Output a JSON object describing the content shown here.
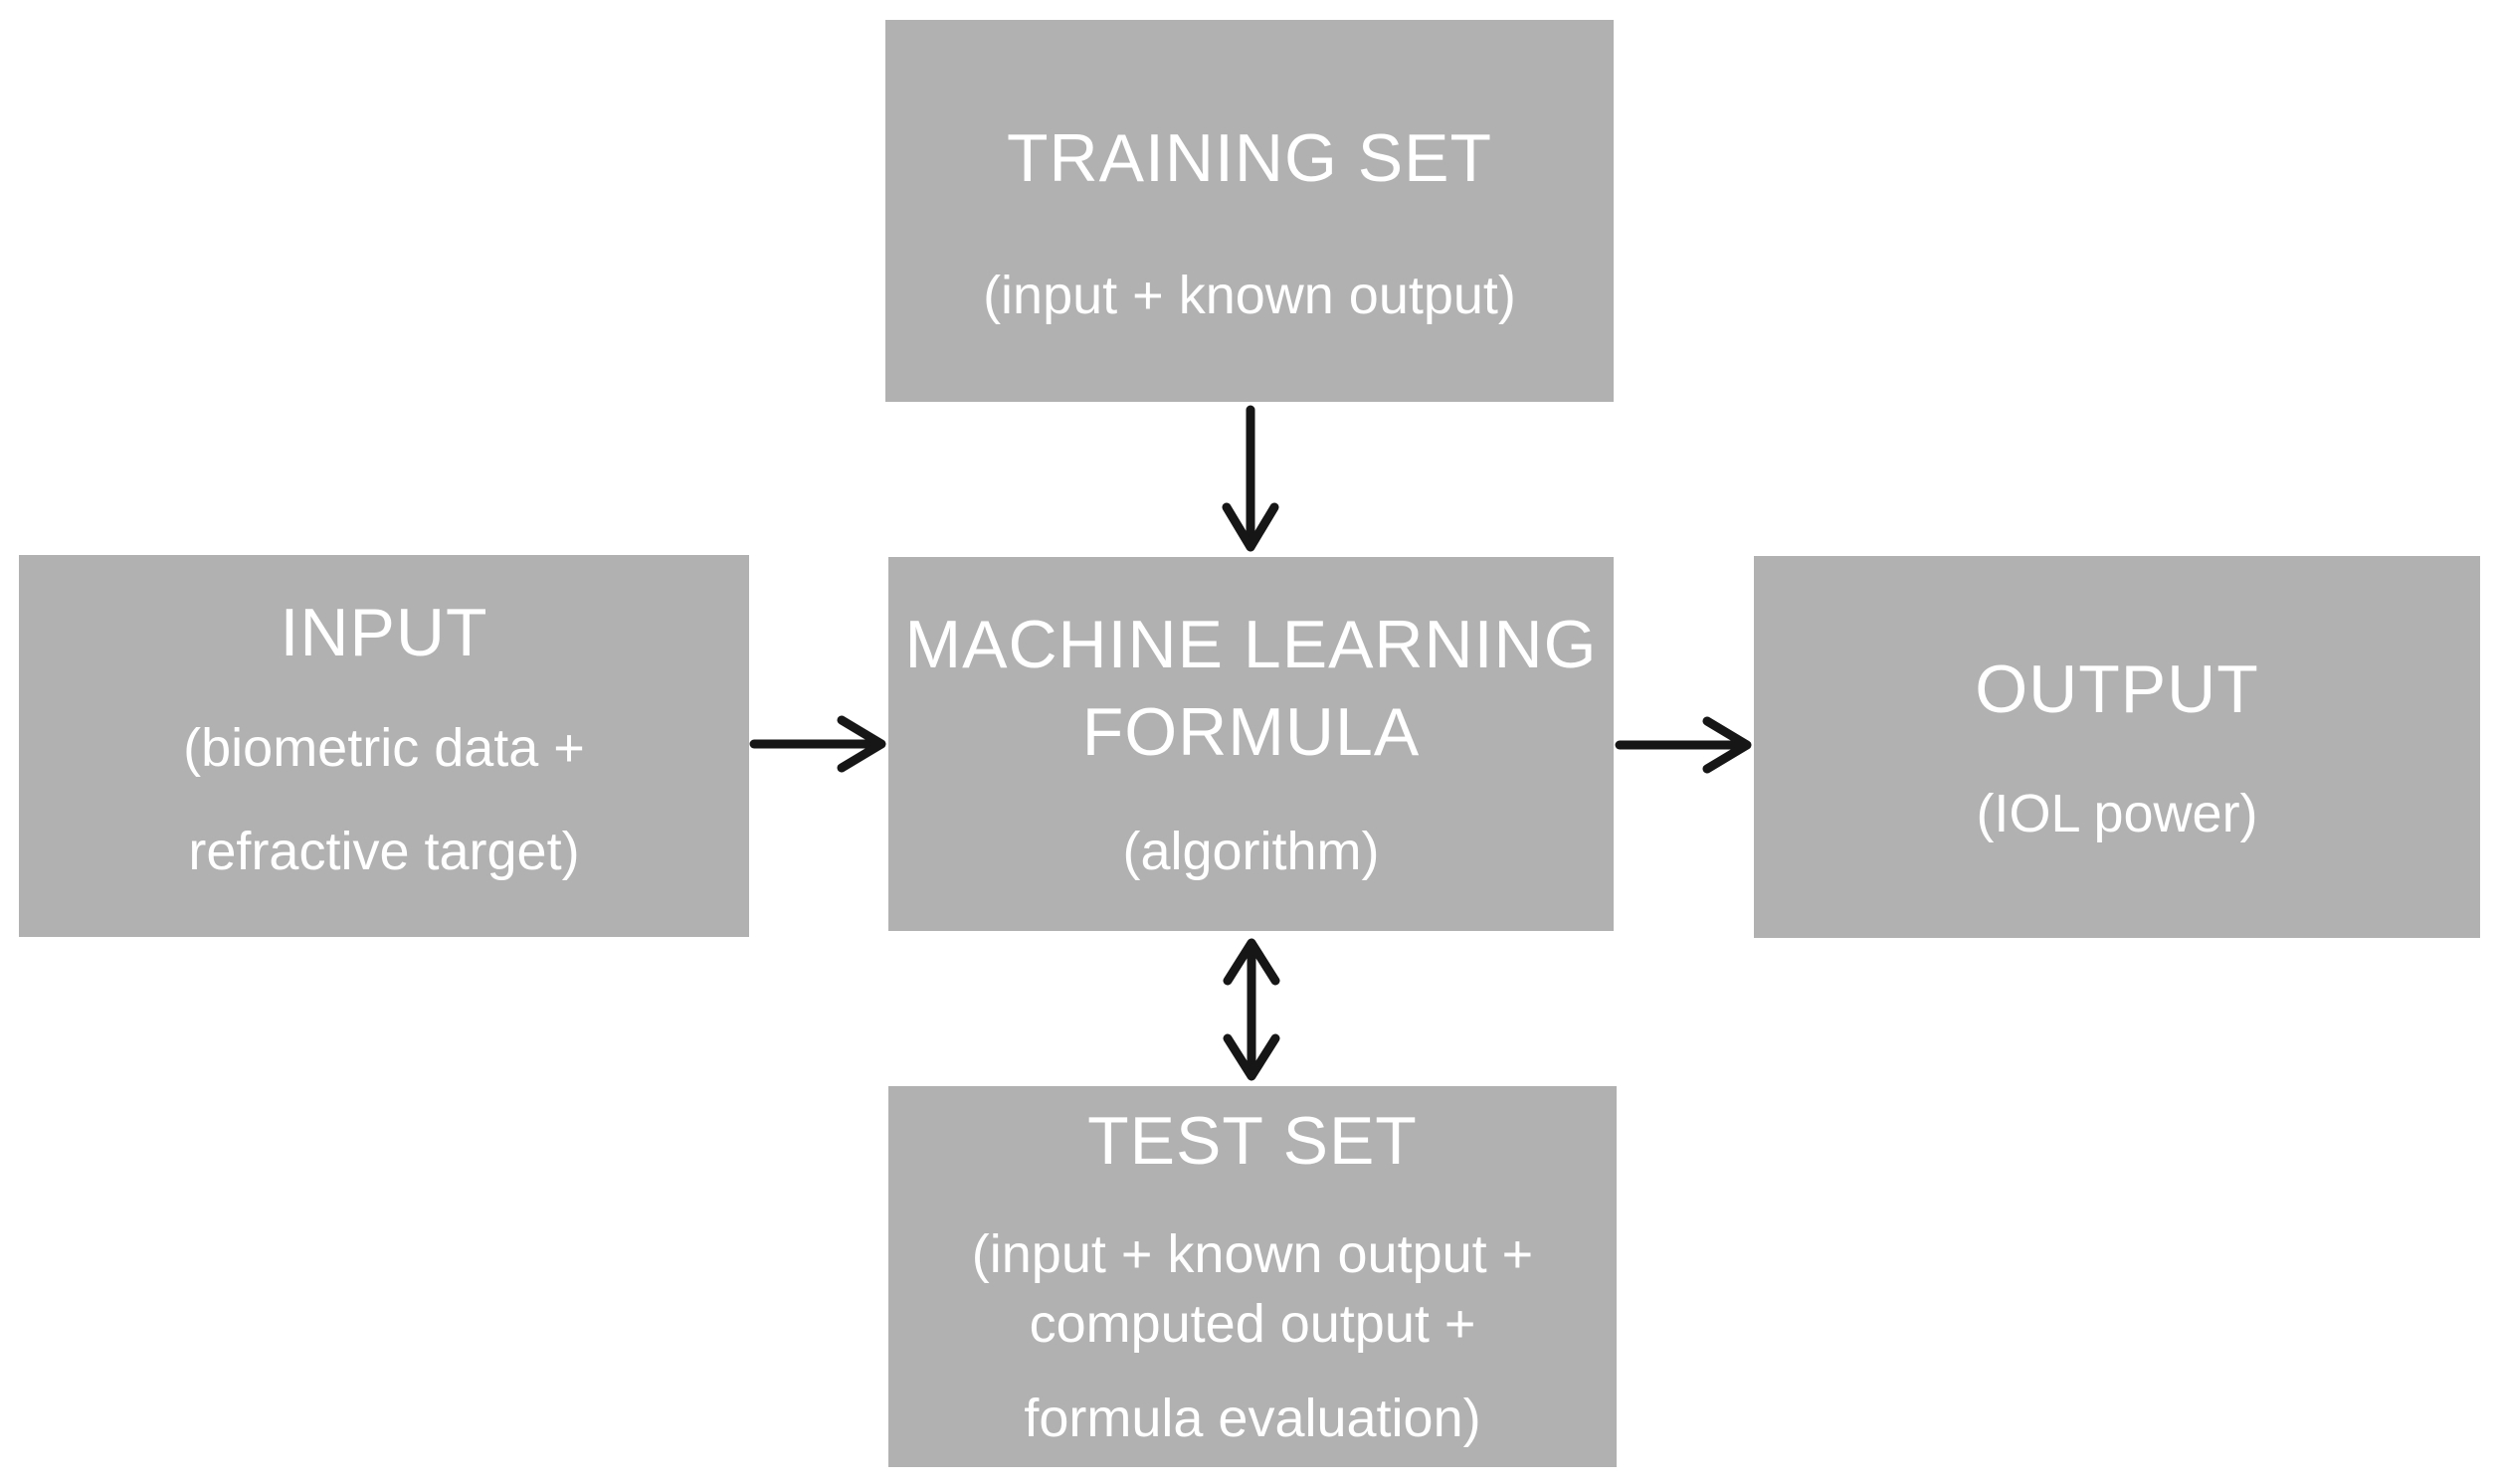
{
  "diagram": {
    "type": "flowchart",
    "colors": {
      "background": "#ffffff",
      "box_fill": "#b1b1b1",
      "box_text": "#ffffff",
      "arrow": "#161616"
    },
    "nodes": {
      "training_set": {
        "title_lines": [
          "TRAINING SET"
        ],
        "subtitle_lines": [
          "(input + known output)"
        ]
      },
      "input": {
        "title_lines": [
          "INPUT"
        ],
        "subtitle_lines": [
          "(biometric data +",
          "refractive target)"
        ]
      },
      "ml_formula": {
        "title_lines": [
          "MACHINE LEARNING",
          "FORMULA"
        ],
        "subtitle_lines": [
          "(algorithm)"
        ]
      },
      "output": {
        "title_lines": [
          "OUTPUT"
        ],
        "subtitle_lines": [
          "(IOL power)"
        ]
      },
      "test_set": {
        "title_lines": [
          "TEST SET"
        ],
        "subtitle_lines": [
          "(input + known output +",
          "computed output +",
          "formula evaluation)"
        ]
      }
    },
    "arrows": [
      {
        "from": "training_set",
        "to": "ml_formula",
        "direction": "down"
      },
      {
        "from": "input",
        "to": "ml_formula",
        "direction": "right"
      },
      {
        "from": "ml_formula",
        "to": "output",
        "direction": "right"
      },
      {
        "from": "ml_formula",
        "to": "test_set",
        "direction": "both"
      }
    ]
  }
}
